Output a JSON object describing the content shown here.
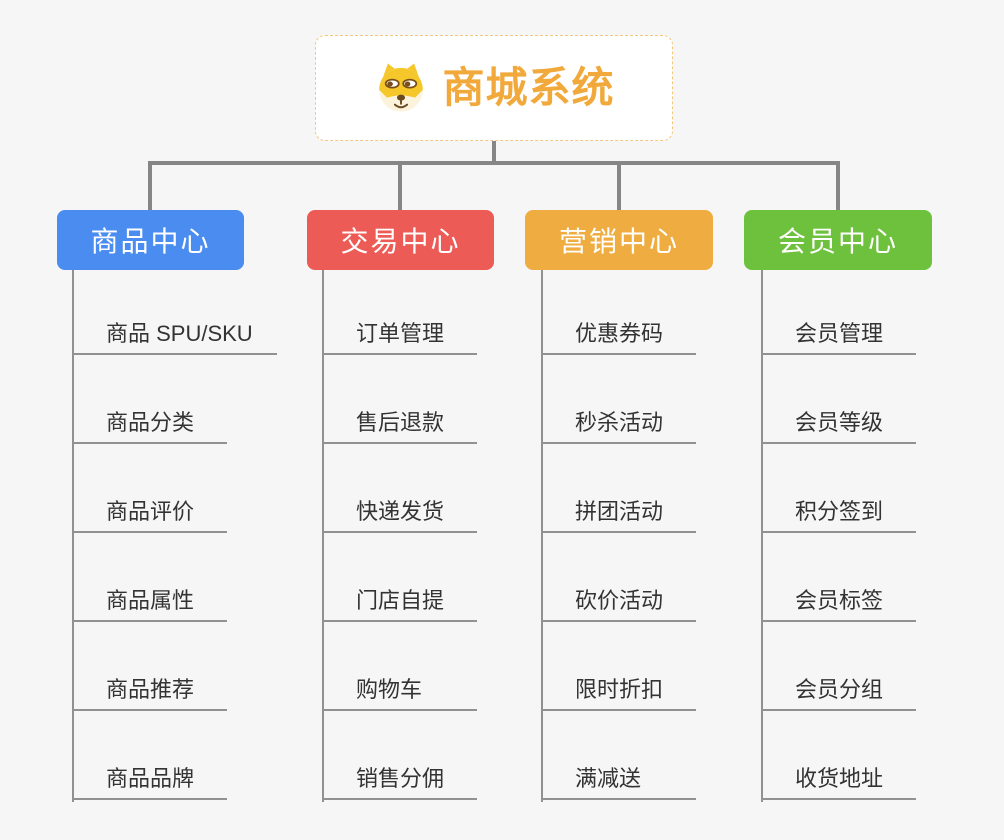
{
  "page": {
    "background_color": "#f6f6f6"
  },
  "root": {
    "title": "商城系统",
    "icon": "shiba-dog-icon",
    "accent_color": "#f2a93c",
    "border_color": "#f3c87e"
  },
  "connector": {
    "color": "#868686",
    "sub_line_color": "#919191"
  },
  "branches": [
    {
      "label": "商品中心",
      "color": "#4a8cf0",
      "children": [
        "商品 SPU/SKU",
        "商品分类",
        "商品评价",
        "商品属性",
        "商品推荐",
        "商品品牌"
      ]
    },
    {
      "label": "交易中心",
      "color": "#ec5b56",
      "children": [
        "订单管理",
        "售后退款",
        "快递发货",
        "门店自提",
        "购物车",
        "销售分佣"
      ]
    },
    {
      "label": "营销中心",
      "color": "#efac41",
      "children": [
        "优惠券码",
        "秒杀活动",
        "拼团活动",
        "砍价活动",
        "限时折扣",
        "满减送"
      ]
    },
    {
      "label": "会员中心",
      "color": "#6ec13c",
      "children": [
        "会员管理",
        "会员等级",
        "积分签到",
        "会员标签",
        "会员分组",
        "收货地址"
      ]
    }
  ]
}
